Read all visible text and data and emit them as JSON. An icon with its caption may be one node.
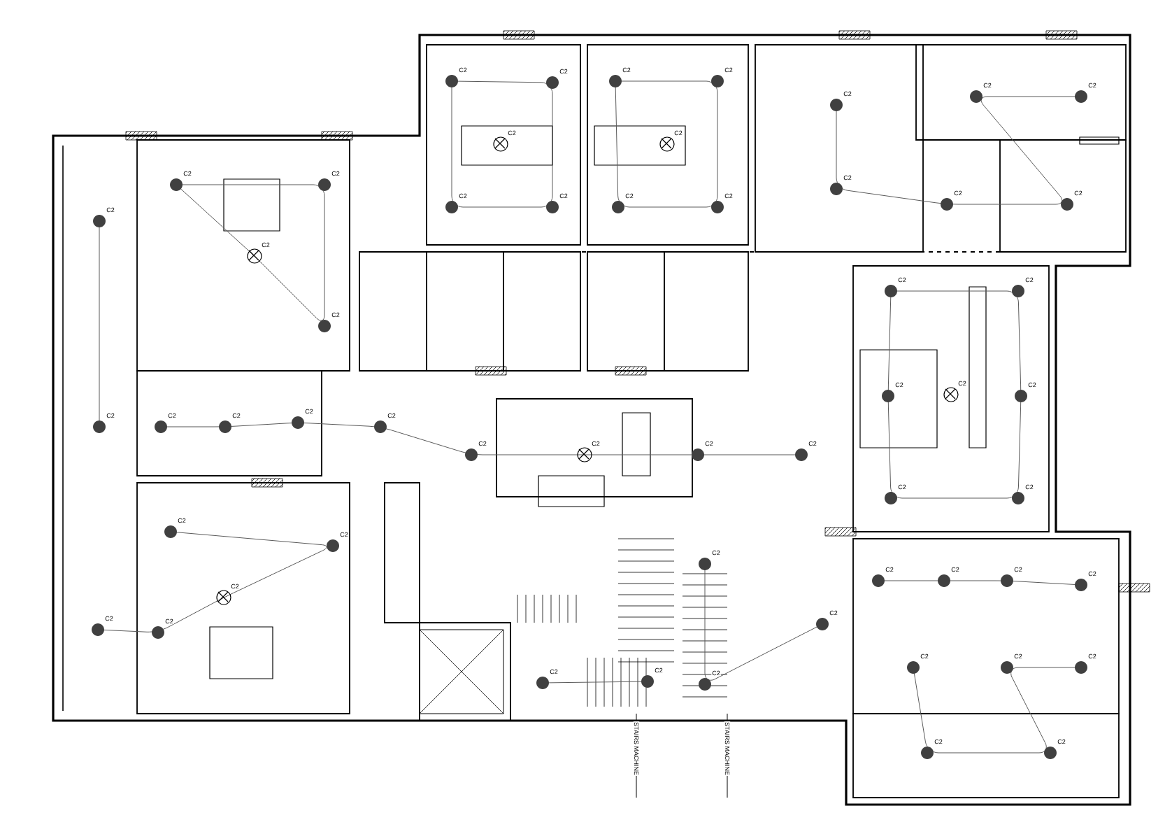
{
  "diagram": {
    "labels": [
      "C2",
      "C2",
      "C2",
      "C2",
      "C2",
      "C2",
      "C2",
      "C2",
      "C2",
      "C2",
      "C2",
      "C2",
      "C2",
      "C2",
      "C2",
      "C2",
      "C2",
      "C2",
      "C2",
      "C2",
      "C2",
      "C2",
      "C2",
      "C2",
      "C2",
      "C2",
      "C2",
      "C2",
      "C2",
      "C2",
      "C2",
      "C2",
      "C2",
      "C2",
      "C2",
      "C2",
      "C2",
      "C2",
      "C2",
      "C2",
      "C2",
      "C2",
      "C2",
      "C2",
      "C2",
      "C2",
      "C2",
      "C2",
      "C2",
      "C2",
      "C2",
      "C2",
      "C2",
      "C2",
      "C2",
      "C2",
      "STAIRS MACHINE",
      "STAIRS MACHINE"
    ]
  }
}
